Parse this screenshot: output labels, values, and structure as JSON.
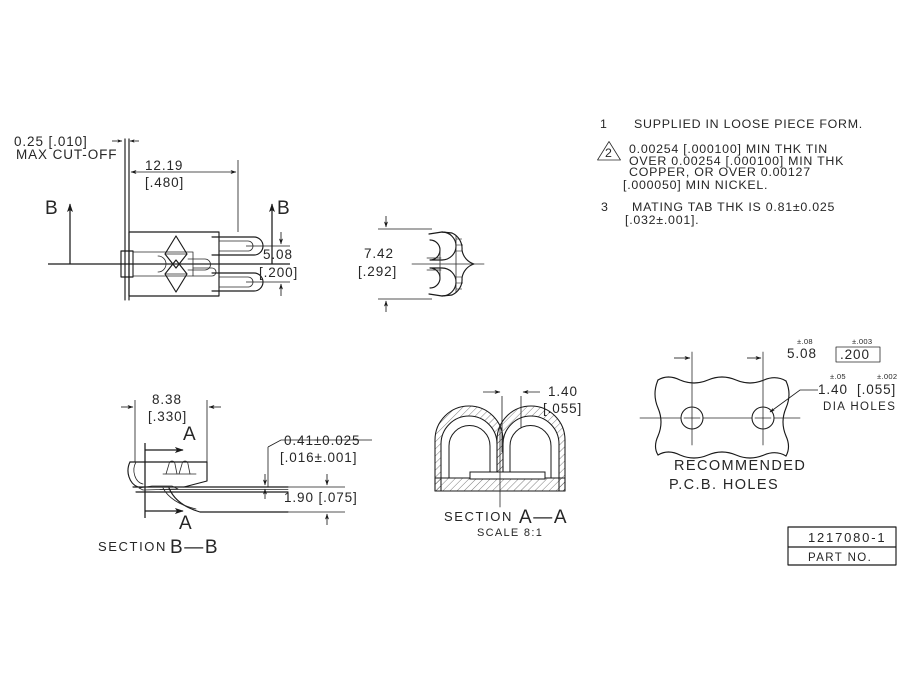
{
  "sheet": {
    "background_color": "#ffffff",
    "line_color": "#1a1a1a",
    "part_number": "1217080-1",
    "part_no_label": "PART NO."
  },
  "notes": {
    "items": [
      {
        "number": "1",
        "flagged": false,
        "lines": [
          "SUPPLIED IN LOOSE PIECE FORM."
        ]
      },
      {
        "number": "2",
        "flagged": true,
        "lines": [
          "0.00254 [.000100] MIN THK TIN",
          "OVER 0.00254 [.000100] MIN THK",
          "COPPER, OR OVER 0.00127",
          "[.000050] MIN NICKEL."
        ]
      },
      {
        "number": "3",
        "flagged": false,
        "lines": [
          "MATING TAB THK IS 0.81±0.025",
          "[.032±.001]."
        ]
      }
    ]
  },
  "top_view": {
    "cutoff_dim": "0.25 [.010]",
    "cutoff_label": "MAX CUT-OFF",
    "length_mm": "12.19",
    "length_in": "[.480]",
    "width_mm": "5.08",
    "width_in": "[.200]",
    "section_letter_left": "B",
    "section_letter_right": "B"
  },
  "end_view": {
    "height_mm": "7.42",
    "height_in": "[.292]"
  },
  "section_bb": {
    "title_prefix": "SECTION",
    "title_letters": "B—B",
    "length_mm": "8.38",
    "length_in": "[.330]",
    "thickness_mm": "0.41±0.025",
    "thickness_in": "[.016±.001]",
    "height_dim": "1.90 [.075]",
    "section_letter_top": "A",
    "section_letter_bottom": "A"
  },
  "section_aa": {
    "title_prefix": "SECTION",
    "title_letters": "A—A",
    "scale_label": "SCALE 8:1",
    "gap_mm": "1.40",
    "gap_in": "[.055]"
  },
  "pcb_detail": {
    "title_line1": "RECOMMENDED",
    "title_line2": "P.C.B. HOLES",
    "pitch_tol_mm": "±.08",
    "pitch_mm": "5.08",
    "pitch_tol_in": "±.003",
    "pitch_in": ".200",
    "dia_tol_mm": "±.05",
    "dia_mm": "1.40",
    "dia_tol_in": "±.002",
    "dia_in": "[.055]",
    "dia_label": "DIA HOLES"
  }
}
